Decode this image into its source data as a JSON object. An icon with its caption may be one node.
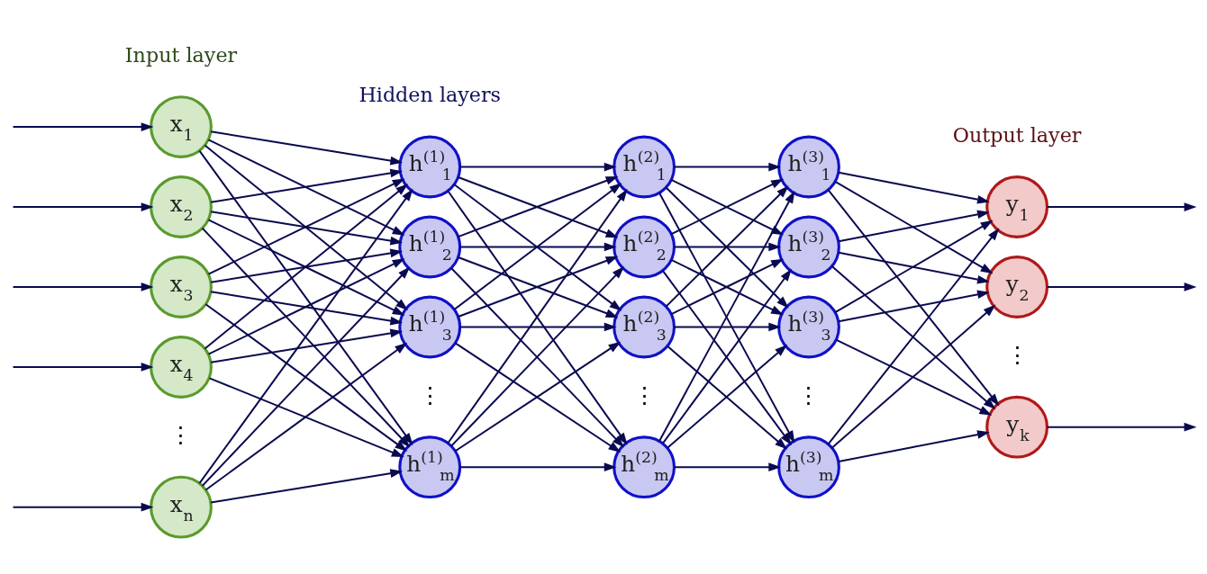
{
  "diagram": {
    "nodes": [
      {
        "text": [
          "x$_{1}$"
        ]
      },
      {
        "text": [
          "x$_{2}$"
        ]
      },
      {
        "text": [
          "x$_{3}$"
        ]
      },
      {
        "text": [
          "x$_{4}$"
        ]
      },
      {
        "text": [
          "x$_{n}$"
        ]
      },
      {
        "text": [
          "h$^{(1)}$$_{1}$"
        ]
      },
      {
        "text": [
          "h$^{(1)}$$_{2}$"
        ]
      },
      {
        "text": [
          "h$^{(1)}$$_{3}$"
        ]
      },
      {
        "text": [
          "h$^{(1)}$$_{m}$"
        ]
      },
      {
        "text": [
          "h$^{(2)}$$_{1}$"
        ]
      },
      {
        "text": [
          "h$^{(2)}$$_{2}$"
        ]
      },
      {
        "text": [
          "h$^{(2)}$$_{3}$"
        ]
      },
      {
        "text": [
          "h$^{(2)}$$_{m}$"
        ]
      },
      {
        "text": [
          "h$^{(3)}$$_{1}$"
        ]
      },
      {
        "text": [
          "h$^{(3)}$$_{2}$"
        ]
      },
      {
        "text": [
          "h$^{(3)}$$_{3}$"
        ]
      },
      {
        "text": [
          "h$^{(3)}$$_{m}$"
        ]
      },
      {
        "text": [
          "y$_{1}$"
        ]
      },
      {
        "text": [
          "y$_{2}$"
        ]
      },
      {
        "text": [
          "y$_{k}$"
        ]
      }
    ],
    "edges": [
      {
        "from": null,
        "to": 0,
        "arrow": "to"
      },
      {
        "from": null,
        "to": 1,
        "arrow": "to"
      },
      {
        "from": null,
        "to": 2,
        "arrow": "to"
      },
      {
        "from": null,
        "to": 3,
        "arrow": "to"
      },
      {
        "from": null,
        "to": 4,
        "arrow": "to"
      },
      {
        "from": 0,
        "to": 5,
        "arrow": "to"
      },
      {
        "from": 0,
        "to": 6,
        "arrow": "to"
      },
      {
        "from": 0,
        "to": 7,
        "arrow": "to"
      },
      {
        "from": 0,
        "to": 8,
        "arrow": "to"
      },
      {
        "from": 1,
        "to": 5,
        "arrow": "to"
      },
      {
        "from": 1,
        "to": 6,
        "arrow": "to"
      },
      {
        "from": 1,
        "to": 7,
        "arrow": "to"
      },
      {
        "from": 1,
        "to": 8,
        "arrow": "to"
      },
      {
        "from": 2,
        "to": 5,
        "arrow": "to"
      },
      {
        "from": 2,
        "to": 6,
        "arrow": "to"
      },
      {
        "from": 2,
        "to": 7,
        "arrow": "to"
      },
      {
        "from": 2,
        "to": 8,
        "arrow": "to"
      },
      {
        "from": 3,
        "to": 5,
        "arrow": "to"
      },
      {
        "from": 3,
        "to": 6,
        "arrow": "to"
      },
      {
        "from": 3,
        "to": 7,
        "arrow": "to"
      },
      {
        "from": 3,
        "to": 8,
        "arrow": "to"
      },
      {
        "from": 4,
        "to": 5,
        "arrow": "to"
      },
      {
        "from": 4,
        "to": 6,
        "arrow": "to"
      },
      {
        "from": 4,
        "to": 7,
        "arrow": "to"
      },
      {
        "from": 4,
        "to": 8,
        "arrow": "to"
      },
      {
        "from": 5,
        "to": 9,
        "arrow": "to"
      },
      {
        "from": 5,
        "to": 10,
        "arrow": "to"
      },
      {
        "from": 5,
        "to": 11,
        "arrow": "to"
      },
      {
        "from": 5,
        "to": 12,
        "arrow": "to"
      },
      {
        "from": 6,
        "to": 9,
        "arrow": "to"
      },
      {
        "from": 6,
        "to": 10,
        "arrow": "to"
      },
      {
        "from": 6,
        "to": 11,
        "arrow": "to"
      },
      {
        "from": 6,
        "to": 12,
        "arrow": "to"
      },
      {
        "from": 7,
        "to": 9,
        "arrow": "to"
      },
      {
        "from": 7,
        "to": 10,
        "arrow": "to"
      },
      {
        "from": 7,
        "to": 11,
        "arrow": "to"
      },
      {
        "from": 7,
        "to": 12,
        "arrow": "to"
      },
      {
        "from": 8,
        "to": 9,
        "arrow": "to"
      },
      {
        "from": 8,
        "to": 10,
        "arrow": "to"
      },
      {
        "from": 8,
        "to": 11,
        "arrow": "to"
      },
      {
        "from": 8,
        "to": 12,
        "arrow": "to"
      },
      {
        "from": 9,
        "to": 13,
        "arrow": "to"
      },
      {
        "from": 9,
        "to": 14,
        "arrow": "to"
      },
      {
        "from": 9,
        "to": 15,
        "arrow": "to"
      },
      {
        "from": 9,
        "to": 16,
        "arrow": "to"
      },
      {
        "from": 10,
        "to": 13,
        "arrow": "to"
      },
      {
        "from": 10,
        "to": 14,
        "arrow": "to"
      },
      {
        "from": 10,
        "to": 15,
        "arrow": "to"
      },
      {
        "from": 10,
        "to": 16,
        "arrow": "to"
      },
      {
        "from": 11,
        "to": 13,
        "arrow": "to"
      },
      {
        "from": 11,
        "to": 14,
        "arrow": "to"
      },
      {
        "from": 11,
        "to": 15,
        "arrow": "to"
      },
      {
        "from": 11,
        "to": 16,
        "arrow": "to"
      },
      {
        "from": 12,
        "to": 13,
        "arrow": "to"
      },
      {
        "from": 12,
        "to": 14,
        "arrow": "to"
      },
      {
        "from": 12,
        "to": 15,
        "arrow": "to"
      },
      {
        "from": 12,
        "to": 16,
        "arrow": "to"
      },
      {
        "from": 13,
        "to": 17,
        "arrow": "to"
      },
      {
        "from": 13,
        "to": 18,
        "arrow": "to"
      },
      {
        "from": 13,
        "to": 19,
        "arrow": "to"
      },
      {
        "from": 14,
        "to": 17,
        "arrow": "to"
      },
      {
        "from": 14,
        "to": 18,
        "arrow": "to"
      },
      {
        "from": 14,
        "to": 19,
        "arrow": "to"
      },
      {
        "from": 15,
        "to": 17,
        "arrow": "to"
      },
      {
        "from": 15,
        "to": 18,
        "arrow": "to"
      },
      {
        "from": 15,
        "to": 19,
        "arrow": "to"
      },
      {
        "from": 16,
        "to": 17,
        "arrow": "to"
      },
      {
        "from": 16,
        "to": 18,
        "arrow": "to"
      },
      {
        "from": 16,
        "to": 19,
        "arrow": "to"
      },
      {
        "from": 17,
        "to": null,
        "arrow": "to"
      },
      {
        "from": 18,
        "to": null,
        "arrow": "to"
      },
      {
        "from": 19,
        "to": null,
        "arrow": "to"
      }
    ],
    "labels": [
      "Input layer",
      "Hidden layers",
      "Output layer",
      "⋮",
      "⋮",
      "⋮",
      "⋮",
      "⋮"
    ]
  }
}
